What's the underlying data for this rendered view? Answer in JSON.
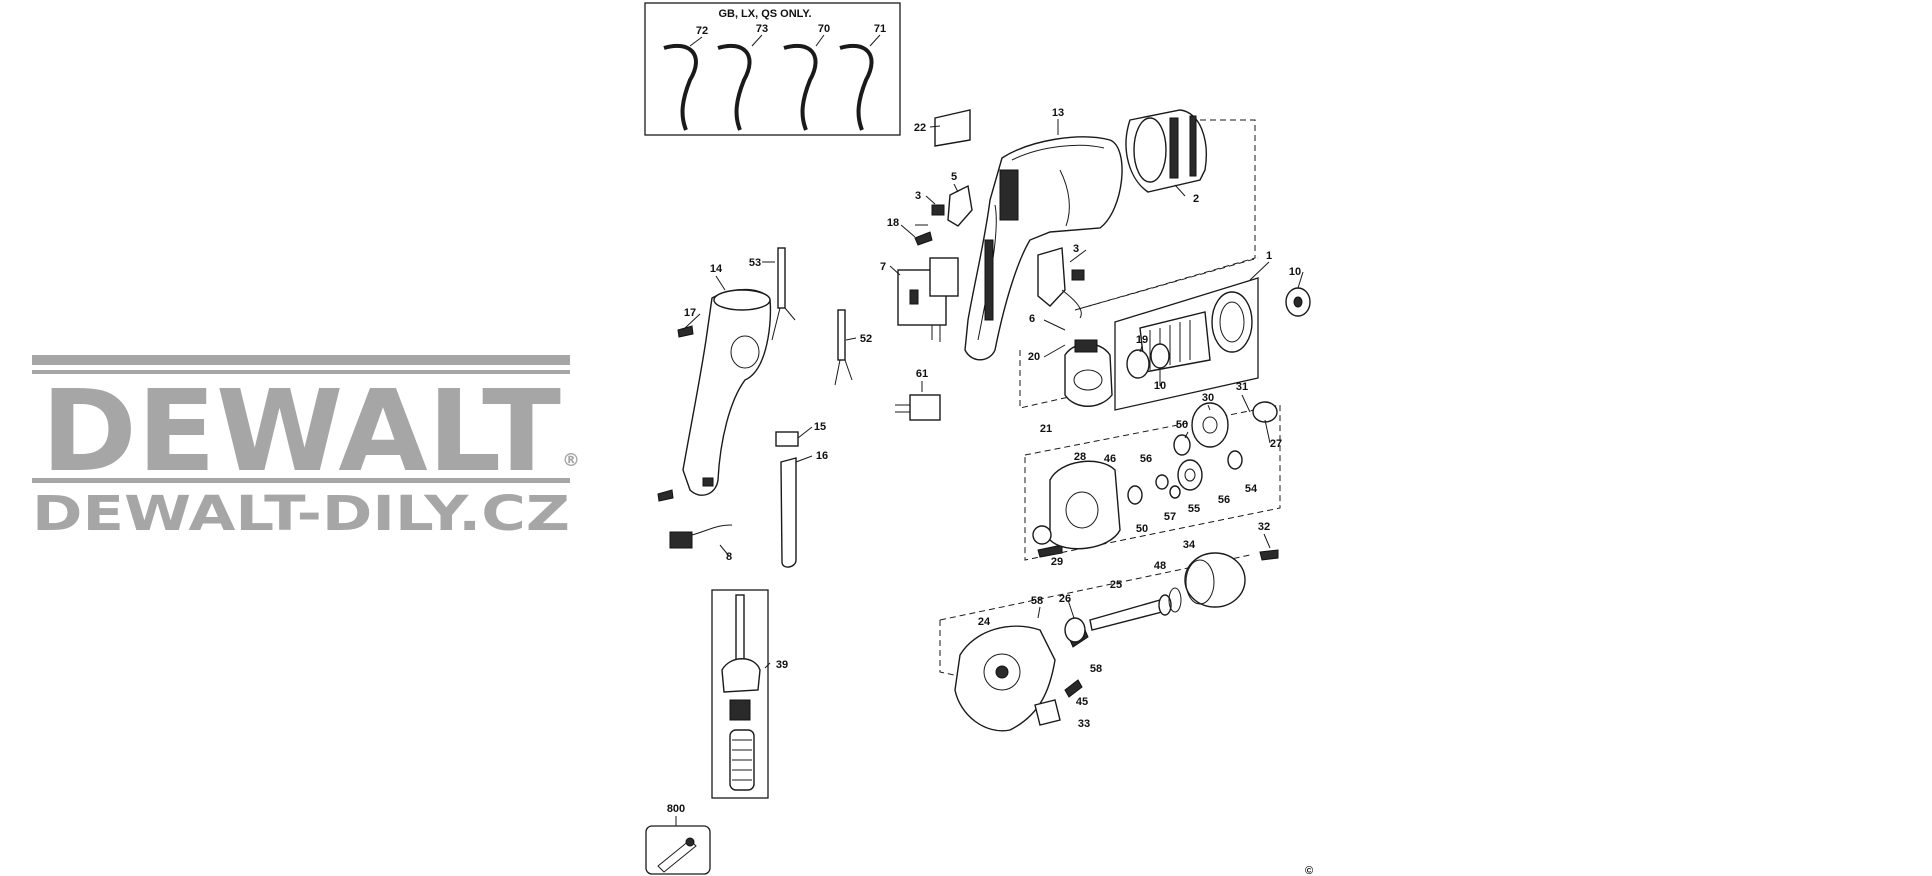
{
  "watermark": {
    "brand": "DEWALT",
    "site": "DEWALT-DILY.CZ",
    "registered_mark": "®",
    "color": "#a6a6a6"
  },
  "inset_note": "GB, LX, QS ONLY.",
  "copyright_mark": "©",
  "parts": [
    "72",
    "73",
    "70",
    "71",
    "22",
    "13",
    "2",
    "5",
    "3",
    "18",
    "7",
    "14",
    "53",
    "17",
    "52",
    "1",
    "10",
    "19",
    "10",
    "3",
    "6",
    "20",
    "61",
    "21",
    "15",
    "16",
    "8",
    "31",
    "30",
    "50",
    "27",
    "28",
    "46",
    "56",
    "57",
    "55",
    "56",
    "54",
    "50",
    "29",
    "32",
    "48",
    "34",
    "25",
    "26",
    "58",
    "24",
    "58",
    "45",
    "33",
    "39",
    "800"
  ]
}
